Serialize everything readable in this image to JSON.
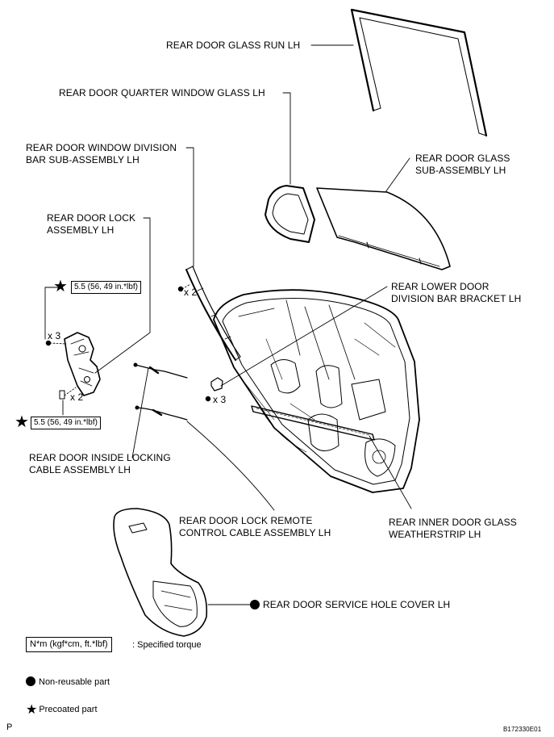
{
  "labels": {
    "glass_run": "REAR DOOR GLASS RUN LH",
    "quarter_glass": "REAR DOOR QUARTER WINDOW GLASS LH",
    "division_bar_1": "REAR DOOR WINDOW DIVISION",
    "division_bar_2": "BAR SUB-ASSEMBLY LH",
    "glass_sub_1": "REAR DOOR GLASS",
    "glass_sub_2": "SUB-ASSEMBLY LH",
    "lock_1": "REAR DOOR LOCK",
    "lock_2": "ASSEMBLY LH",
    "lower_bracket_1": "REAR LOWER DOOR",
    "lower_bracket_2": "DIVISION BAR BRACKET LH",
    "inside_cable_1": "REAR DOOR INSIDE LOCKING",
    "inside_cable_2": "CABLE ASSEMBLY LH",
    "remote_cable_1": "REAR DOOR LOCK REMOTE",
    "remote_cable_2": "CONTROL CABLE ASSEMBLY LH",
    "weatherstrip_1": "REAR INNER DOOR GLASS",
    "weatherstrip_2": "WEATHERSTRIP LH",
    "service_cover": "REAR DOOR SERVICE HOLE COVER LH"
  },
  "quantities": {
    "division_bar_bolts": "x 2",
    "lock_screws_top": "x 3",
    "lock_screws_bottom": "x 2",
    "bracket_bolts": "x 3"
  },
  "torques": {
    "lock_top": "5.5 (56, 49 in.*lbf)",
    "lock_bottom": "5.5 (56, 49 in.*lbf)"
  },
  "legend": {
    "torque_unit": "N*m (kgf*cm, ft.*lbf)",
    "torque_desc": ": Specified torque",
    "non_reusable": "Non-reusable part",
    "precoated": "Precoated part"
  },
  "footer": {
    "left_code": "P",
    "figure_id": "B172330E01"
  },
  "colors": {
    "ink": "#000000",
    "paper": "#ffffff"
  }
}
